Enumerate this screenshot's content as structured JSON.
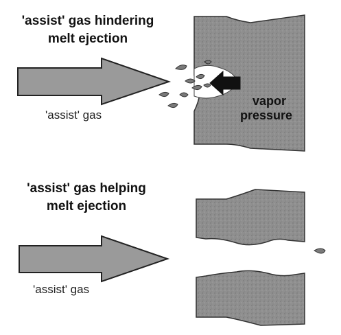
{
  "panel_top": {
    "caption_line1": "'assist' gas hindering",
    "caption_line2": "melt ejection",
    "gas_label": "'assist' gas",
    "vapor_line1": "vapor",
    "vapor_line2": "pressure"
  },
  "panel_bottom": {
    "caption_line1": "'assist' gas helping",
    "caption_line2": "melt ejection",
    "gas_label": "'assist' gas"
  },
  "colors": {
    "material": "#8f8f8f",
    "arrow_fill": "#9a9a9a",
    "outline": "#222222",
    "droplet": "#7a7a7a"
  }
}
